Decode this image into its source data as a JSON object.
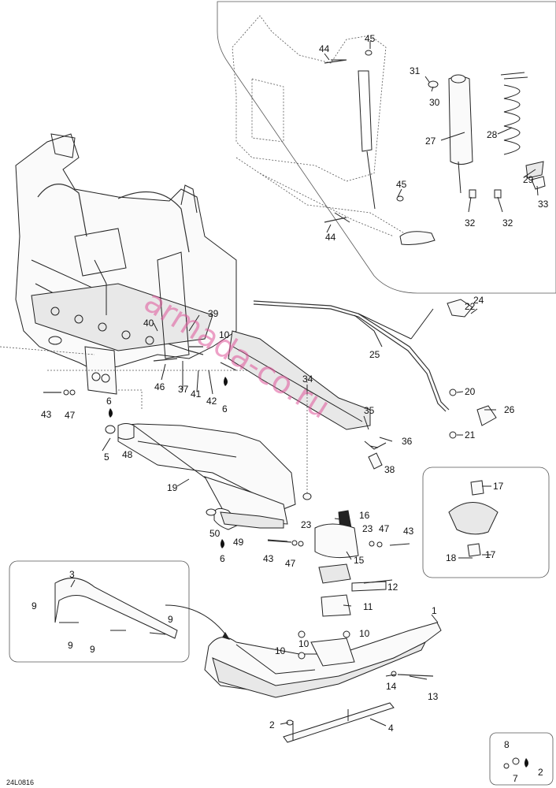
{
  "drawing_code": "24L0816",
  "watermark": "armada-co.ru",
  "callouts": [
    "1",
    "2",
    "3",
    "4",
    "5",
    "6",
    "7",
    "8",
    "9",
    "10",
    "11",
    "12",
    "13",
    "14",
    "15",
    "16",
    "17",
    "18",
    "19",
    "20",
    "21",
    "22",
    "23",
    "24",
    "25",
    "26",
    "27",
    "28",
    "29",
    "30",
    "31",
    "32",
    "33",
    "34",
    "35",
    "36",
    "37",
    "38",
    "39",
    "40",
    "41",
    "42",
    "43",
    "44",
    "45",
    "46",
    "47",
    "48",
    "49",
    "50"
  ]
}
